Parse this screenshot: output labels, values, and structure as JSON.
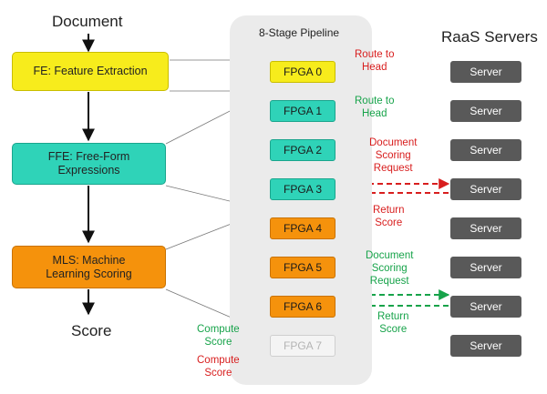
{
  "left": {
    "top_label": "Document",
    "bottom_label": "Score",
    "stages": [
      {
        "label": "FE: Feature Extraction",
        "color": "#f7ec1c"
      },
      {
        "label": "FFE: Free-Form\nExpressions",
        "color": "#2fd3b8"
      },
      {
        "label": "MLS: Machine\nLearning Scoring",
        "color": "#f5920c"
      }
    ]
  },
  "pipeline": {
    "title": "8-Stage Pipeline",
    "fpgas": [
      "FPGA 0",
      "FPGA 1",
      "FPGA 2",
      "FPGA 3",
      "FPGA 4",
      "FPGA 5",
      "FPGA 6",
      "FPGA 7"
    ]
  },
  "servers": {
    "title": "RaaS Servers",
    "items": [
      "Server",
      "Server",
      "Server",
      "Server",
      "Server",
      "Server",
      "Server",
      "Server"
    ]
  },
  "annotations": {
    "route_to_head_red": "Route to\nHead",
    "route_to_head_green": "Route to\nHead",
    "doc_request_red": "Document\nScoring\nRequest",
    "return_score_red": "Return\nScore",
    "doc_request_green": "Document\nScoring\nRequest",
    "return_score_green": "Return\nScore",
    "compute_score_green": "Compute\nScore",
    "compute_score_red": "Compute\nScore"
  },
  "colors": {
    "red_path": "#d81e1e",
    "green_path": "#17a34a",
    "server_fill": "#595959",
    "pipeline_bg": "#ebebeb"
  }
}
